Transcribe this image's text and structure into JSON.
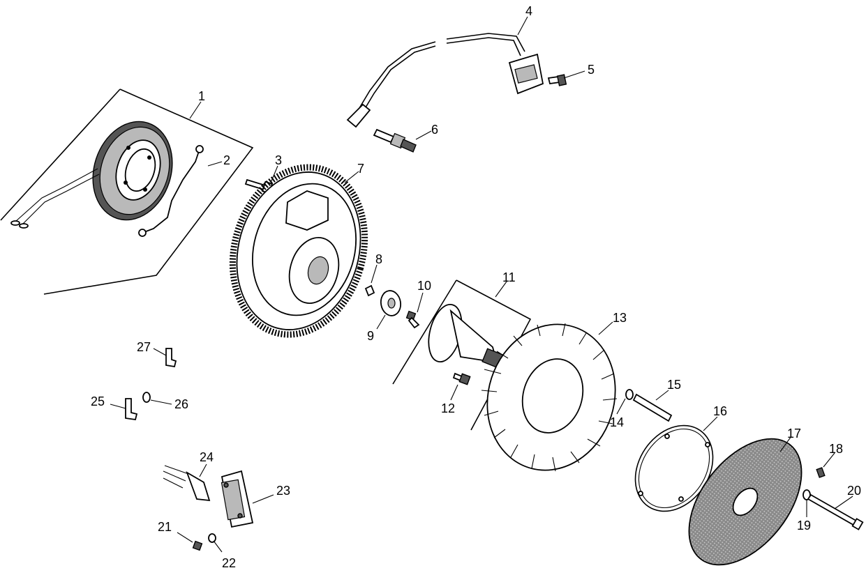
{
  "callouts": [
    {
      "id": "1",
      "text": "1"
    },
    {
      "id": "2",
      "text": "2"
    },
    {
      "id": "3",
      "text": "3"
    },
    {
      "id": "4",
      "text": "4"
    },
    {
      "id": "5",
      "text": "5"
    },
    {
      "id": "6",
      "text": "6"
    },
    {
      "id": "7",
      "text": "7"
    },
    {
      "id": "8",
      "text": "8"
    },
    {
      "id": "9",
      "text": "9"
    },
    {
      "id": "10",
      "text": "10"
    },
    {
      "id": "11",
      "text": "11"
    },
    {
      "id": "12",
      "text": "12"
    },
    {
      "id": "13",
      "text": "13"
    },
    {
      "id": "14",
      "text": "14"
    },
    {
      "id": "15",
      "text": "15"
    },
    {
      "id": "16",
      "text": "16"
    },
    {
      "id": "17",
      "text": "17"
    },
    {
      "id": "18",
      "text": "18"
    },
    {
      "id": "19",
      "text": "19"
    },
    {
      "id": "20",
      "text": "20"
    },
    {
      "id": "21",
      "text": "21"
    },
    {
      "id": "22",
      "text": "22"
    },
    {
      "id": "23",
      "text": "23"
    },
    {
      "id": "24",
      "text": "24"
    },
    {
      "id": "25",
      "text": "25"
    },
    {
      "id": "26",
      "text": "26"
    },
    {
      "id": "27",
      "text": "27"
    }
  ]
}
